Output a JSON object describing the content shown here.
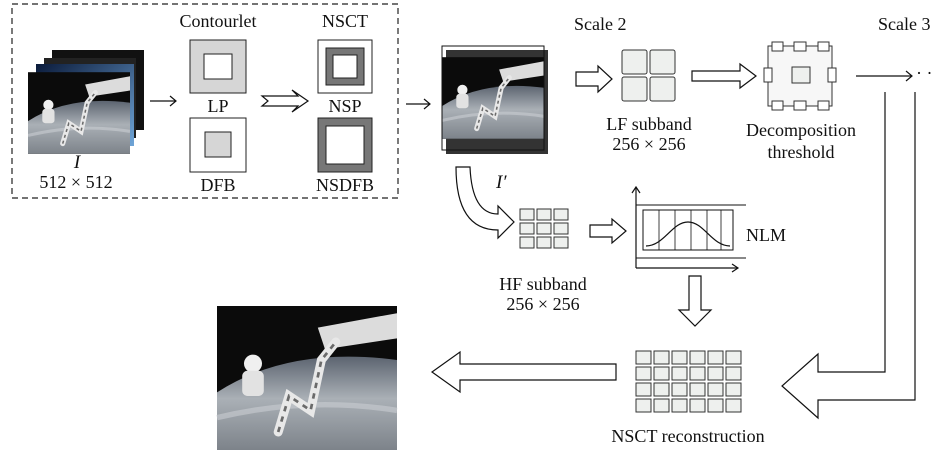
{
  "input": {
    "symbol": "I",
    "size": "512 × 512"
  },
  "nsct_box": {
    "contourlet_title": "Contourlet",
    "nsct_title": "NSCT",
    "lp_label": "LP",
    "nsp_label": "NSP",
    "dfb_label": "DFB",
    "nsdfb_label": "NSDFB"
  },
  "scale2_label": "Scale 2",
  "scale3_label": "Scale 3",
  "ellipsis": "· ·",
  "lf_subband": {
    "name": "LF subband",
    "size": "256 × 256"
  },
  "decomposition": {
    "line1": "Decomposition",
    "line2": "threshold"
  },
  "hf_branch_label": "I′",
  "hf_subband": {
    "name": "HF subband",
    "size": "256 × 256"
  },
  "nlm_label": "NLM",
  "reconstruction_label": "NSCT reconstruction",
  "colors": {
    "block_fill": "#eef0ee",
    "block_stroke": "#333333",
    "arrow": "#111111",
    "lp_fill": "#d6d6d6",
    "nsp_ring": "#7a7a7a",
    "space": "#0b0b0b",
    "earth": "#9aa0a6"
  }
}
